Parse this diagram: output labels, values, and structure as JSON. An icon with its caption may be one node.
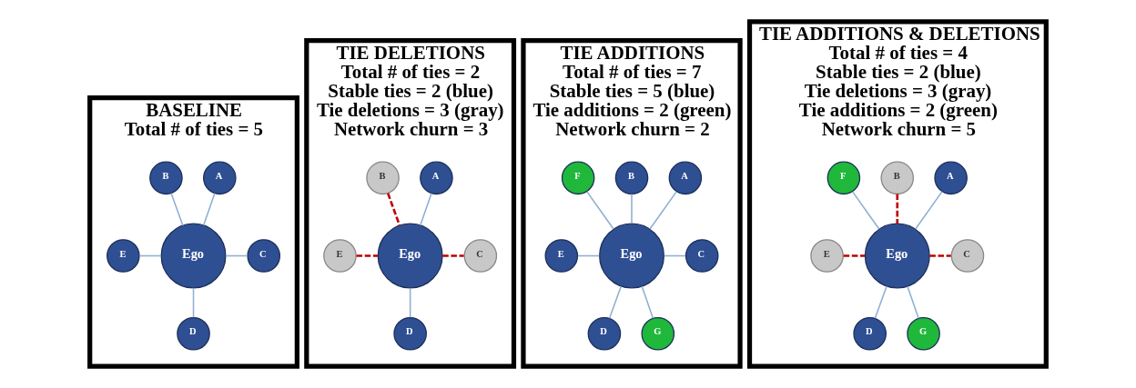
{
  "diagram": {
    "nodes": [
      {
        "text": [
          "BASELINE",
          "Total # of ties = 5"
        ]
      },
      {
        "text": [
          "Ego"
        ],
        "in": 0
      },
      {
        "text": [
          "A"
        ],
        "in": 0
      },
      {
        "text": [
          "B"
        ],
        "in": 0
      },
      {
        "text": [
          "C"
        ],
        "in": 0
      },
      {
        "text": [
          "D"
        ],
        "in": 0
      },
      {
        "text": [
          "E"
        ],
        "in": 0
      },
      {
        "text": [
          "TIE DELETIONS",
          "Total # of ties = 2",
          "Stable ties = 2 (blue)",
          "Tie deletions = 3 (gray)",
          "Network churn = 3"
        ]
      },
      {
        "text": [
          "Ego"
        ],
        "in": 7
      },
      {
        "text": [
          "A"
        ],
        "in": 7
      },
      {
        "text": [
          "B"
        ],
        "in": 7
      },
      {
        "text": [
          "C"
        ],
        "in": 7
      },
      {
        "text": [
          "D"
        ],
        "in": 7
      },
      {
        "text": [
          "E"
        ],
        "in": 7
      },
      {
        "text": [
          "TIE ADDITIONS",
          "Total # of ties = 7",
          "Stable ties = 5 (blue)",
          "Tie additions = 2 (green)",
          "Network churn = 2"
        ]
      },
      {
        "text": [
          "Ego"
        ],
        "in": 14
      },
      {
        "text": [
          "A"
        ],
        "in": 14
      },
      {
        "text": [
          "B"
        ],
        "in": 14
      },
      {
        "text": [
          "C"
        ],
        "in": 14
      },
      {
        "text": [
          "D"
        ],
        "in": 14
      },
      {
        "text": [
          "E"
        ],
        "in": 14
      },
      {
        "text": [
          "F"
        ],
        "in": 14
      },
      {
        "text": [
          "G"
        ],
        "in": 14
      },
      {
        "text": [
          "TIE ADDITIONS & DELETIONS",
          "Total # of ties = 4",
          "Stable ties = 2 (blue)",
          "Tie deletions = 3 (gray)",
          "Tie additions = 2 (green)",
          "Network churn = 5"
        ]
      },
      {
        "text": [
          "Ego"
        ],
        "in": 23
      },
      {
        "text": [
          "A"
        ],
        "in": 23
      },
      {
        "text": [
          "B"
        ],
        "in": 23
      },
      {
        "text": [
          "C"
        ],
        "in": 23
      },
      {
        "text": [
          "D"
        ],
        "in": 23
      },
      {
        "text": [
          "E"
        ],
        "in": 23
      },
      {
        "text": [
          "F"
        ],
        "in": 23
      },
      {
        "text": [
          "G"
        ],
        "in": 23
      }
    ],
    "edges": [
      {
        "from": 2,
        "to": 1,
        "arrow": "none"
      },
      {
        "from": 3,
        "to": 1,
        "arrow": "none"
      },
      {
        "from": 1,
        "to": 4,
        "arrow": "none"
      },
      {
        "from": 1,
        "to": 5,
        "arrow": "none"
      },
      {
        "from": 6,
        "to": 1,
        "arrow": "none"
      },
      {
        "from": 9,
        "to": 8,
        "arrow": "none"
      },
      {
        "from": 10,
        "to": 8,
        "arrow": "none",
        "style": "dashed",
        "color": "#c00000"
      },
      {
        "from": 8,
        "to": 11,
        "arrow": "none",
        "style": "dashed",
        "color": "#c00000"
      },
      {
        "from": 8,
        "to": 12,
        "arrow": "none"
      },
      {
        "from": 13,
        "to": 8,
        "arrow": "none",
        "style": "dashed",
        "color": "#c00000"
      },
      {
        "from": 16,
        "to": 15,
        "arrow": "none"
      },
      {
        "from": 17,
        "to": 15,
        "arrow": "none"
      },
      {
        "from": 15,
        "to": 18,
        "arrow": "none"
      },
      {
        "from": 15,
        "to": 19,
        "arrow": "none"
      },
      {
        "from": 20,
        "to": 15,
        "arrow": "none"
      },
      {
        "from": 21,
        "to": 15,
        "arrow": "none"
      },
      {
        "from": 15,
        "to": 22,
        "arrow": "none"
      },
      {
        "from": 25,
        "to": 24,
        "arrow": "none"
      },
      {
        "from": 26,
        "to": 24,
        "arrow": "none",
        "style": "dashed",
        "color": "#c00000"
      },
      {
        "from": 24,
        "to": 27,
        "arrow": "none",
        "style": "dashed",
        "color": "#c00000"
      },
      {
        "from": 24,
        "to": 28,
        "arrow": "none"
      },
      {
        "from": 29,
        "to": 24,
        "arrow": "none",
        "style": "dashed",
        "color": "#c00000"
      },
      {
        "from": 30,
        "to": 24,
        "arrow": "none"
      },
      {
        "from": 24,
        "to": 31,
        "arrow": "none"
      }
    ]
  }
}
